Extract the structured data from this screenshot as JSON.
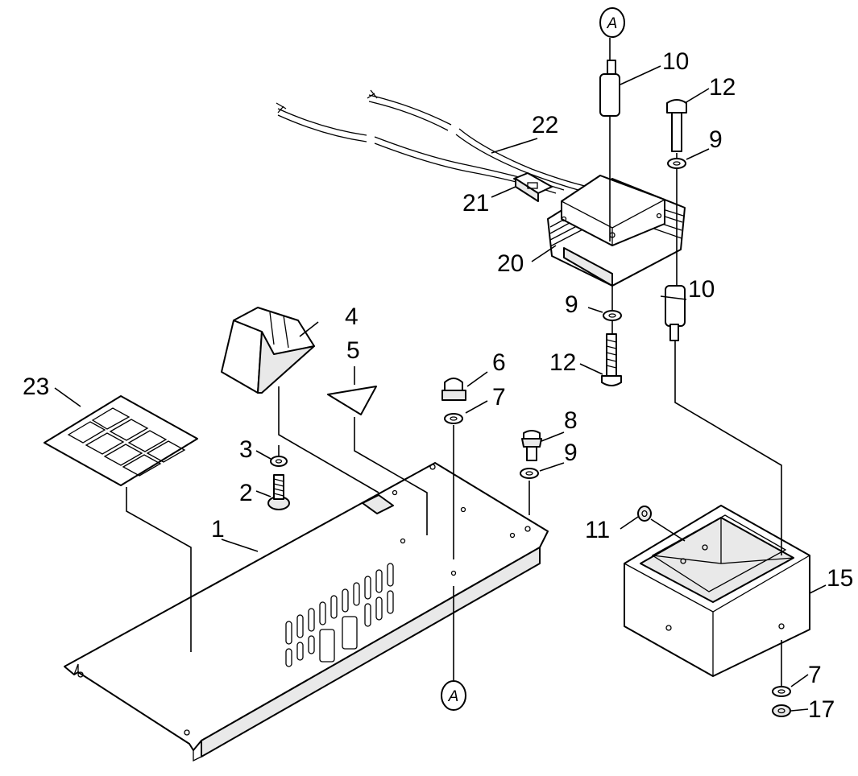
{
  "callouts": {
    "c1": "1",
    "c2": "2",
    "c3": "3",
    "c4": "4",
    "c5": "5",
    "c6": "6",
    "c7a": "7",
    "c8": "8",
    "c9a": "9",
    "c9b": "9",
    "c9c": "9",
    "c10a": "10",
    "c10b": "10",
    "c11": "11",
    "c12a": "12",
    "c12b": "12",
    "c15": "15",
    "c7b": "7",
    "c17": "17",
    "c20": "20",
    "c21": "21",
    "c22": "22",
    "c23": "23"
  },
  "references": {
    "top": "A",
    "bottom": "A"
  }
}
